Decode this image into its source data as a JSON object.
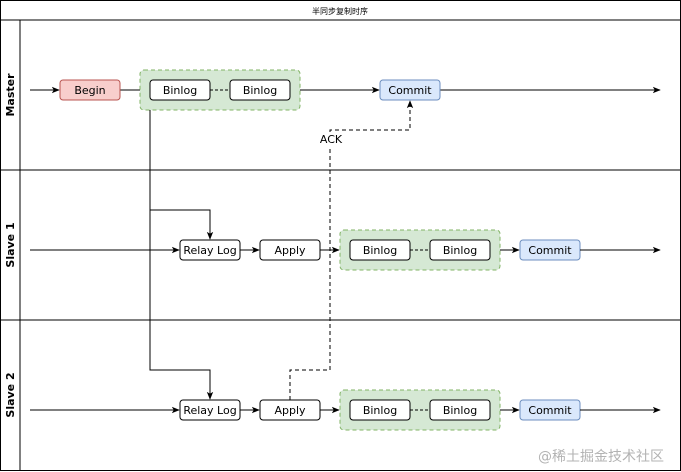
{
  "title": "半同步复制时序",
  "lanes": [
    {
      "label": "Master"
    },
    {
      "label": "Slave 1"
    },
    {
      "label": "Slave 2"
    }
  ],
  "master": {
    "begin_label": "Begin",
    "binlog_1_label": "Binlog",
    "binlog_2_label": "Binlog",
    "commit_label": "Commit"
  },
  "slave1": {
    "relay_log_label": "Relay Log",
    "apply_label": "Apply",
    "binlog_1_label": "Binlog",
    "binlog_2_label": "Binlog",
    "commit_label": "Commit"
  },
  "slave2": {
    "relay_log_label": "Relay Log",
    "apply_label": "Apply",
    "binlog_1_label": "Binlog",
    "binlog_2_label": "Binlog",
    "commit_label": "Commit"
  },
  "ack_label": "ACK",
  "watermark": "@稀土掘金技术社区",
  "colors": {
    "begin_fill": "#f8cecc",
    "begin_stroke": "#b85450",
    "commit_fill": "#dae8fc",
    "commit_stroke": "#6c8ebf",
    "group_fill": "#d5e8d4",
    "group_stroke": "#82b366"
  }
}
